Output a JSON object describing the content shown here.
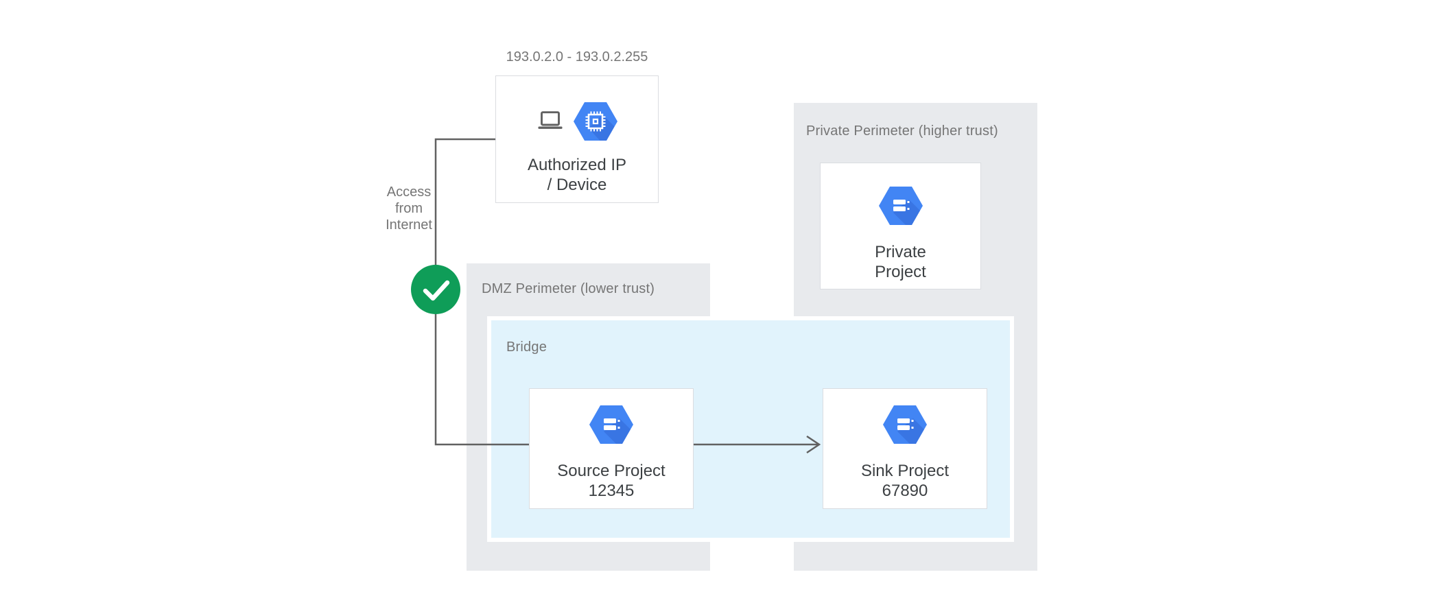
{
  "labels": {
    "ip_range": "193.0.2.0 - 193.0.2.255",
    "access": {
      "lines": [
        "Access",
        "from",
        "Internet"
      ]
    }
  },
  "regions": {
    "dmz": {
      "label": "DMZ Perimeter (lower trust)"
    },
    "private": {
      "label": "Private Perimeter (higher trust)"
    },
    "bridge": {
      "label": "Bridge"
    }
  },
  "nodes": {
    "authorized": {
      "line1": "Authorized IP",
      "line2": "/ Device"
    },
    "source": {
      "line1": "Source Project",
      "line2": "12345"
    },
    "sink": {
      "line1": "Sink Project",
      "line2": "67890"
    },
    "private_project": {
      "line1": "Private",
      "line2": "Project"
    }
  },
  "icons": {
    "authorized_device": "laptop-icon",
    "authorized_instance": "compute-engine-icon",
    "project": "project-icon",
    "access_allowed": "check-icon"
  },
  "colors": {
    "region_gray": "#E8EAED",
    "bridge_blue": "#E1F3FC",
    "node_border": "#DADCE0",
    "hexagon_blue": "#4285F4",
    "hexagon_shadow": "#3367D6",
    "line_gray": "#616161",
    "label_gray": "#757575",
    "text_dark": "#3C4043",
    "check_green": "#0F9D58",
    "white": "#FFFFFF"
  }
}
